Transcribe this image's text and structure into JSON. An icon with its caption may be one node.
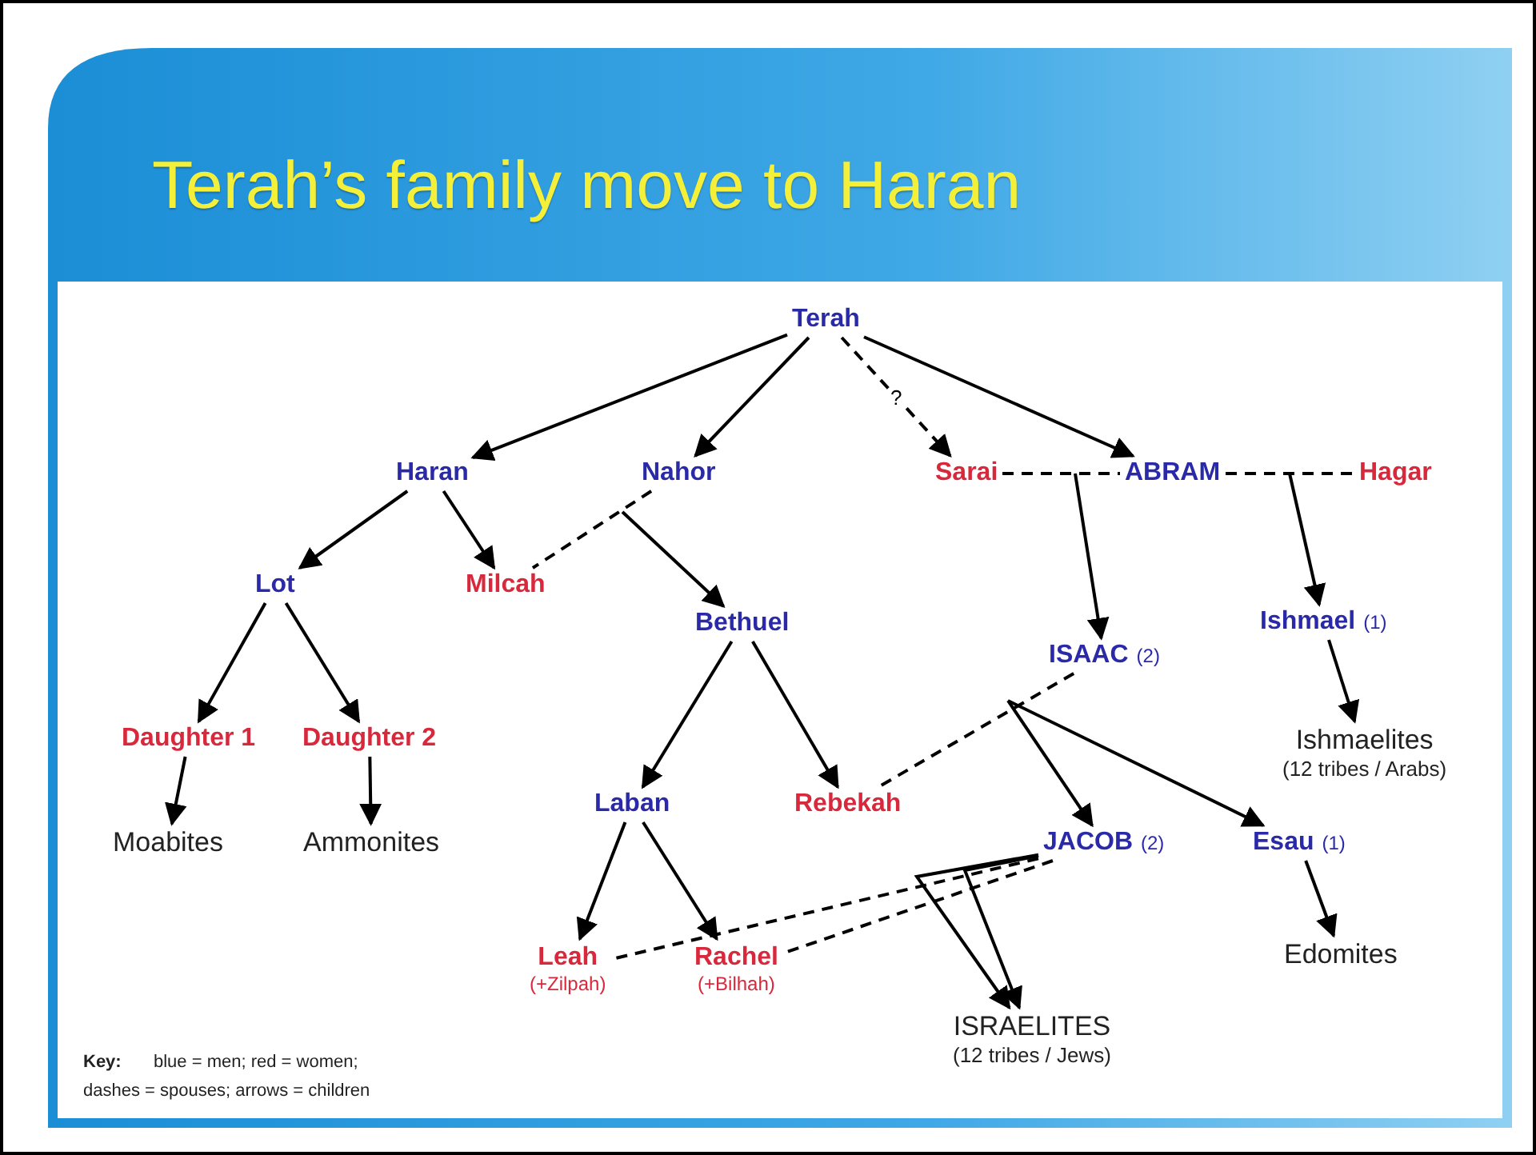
{
  "diagram": {
    "title": "Terah’s family move to Haran",
    "nodes": [
      {
        "text": [
          "Terah"
        ]
      },
      {
        "text": [
          "Haran"
        ]
      },
      {
        "text": [
          "Nahor"
        ]
      },
      {
        "text": [
          "Sarai"
        ]
      },
      {
        "text": [
          "ABRAM"
        ]
      },
      {
        "text": [
          "Hagar"
        ]
      },
      {
        "text": [
          "Lot"
        ]
      },
      {
        "text": [
          "Milcah"
        ]
      },
      {
        "text": [
          "Bethuel"
        ]
      },
      {
        "text": [
          "ISAAC",
          "(2)"
        ]
      },
      {
        "text": [
          "Ishmael",
          "(1)"
        ]
      },
      {
        "text": [
          "Daughter 1"
        ]
      },
      {
        "text": [
          "Daughter 2"
        ]
      },
      {
        "text": [
          "Laban"
        ]
      },
      {
        "text": [
          "Rebekah"
        ]
      },
      {
        "text": [
          "Ishmaelites",
          "(12 tribes / Arabs)"
        ]
      },
      {
        "text": [
          "Moabites"
        ]
      },
      {
        "text": [
          "Ammonites"
        ]
      },
      {
        "text": [
          "JACOB",
          "(2)"
        ]
      },
      {
        "text": [
          "Esau",
          "(1)"
        ]
      },
      {
        "text": [
          "Leah",
          "(+Zilpah)"
        ]
      },
      {
        "text": [
          "Rachel",
          "(+Bilhah)"
        ]
      },
      {
        "text": [
          "Edomites"
        ]
      },
      {
        "text": [
          "ISRAELITES",
          "(12 tribes / Jews)"
        ]
      }
    ],
    "edges": [
      {
        "from": 0,
        "to": 1,
        "arrow": "to"
      },
      {
        "from": 0,
        "to": 2,
        "arrow": "to"
      },
      {
        "from": 0,
        "to": 3,
        "arrow": "to",
        "style": "dashed",
        "label": "?"
      },
      {
        "from": 0,
        "to": 4,
        "arrow": "to"
      },
      {
        "from": 3,
        "to": 4,
        "arrow": "none",
        "style": "dashed"
      },
      {
        "from": 4,
        "to": 5,
        "arrow": "none",
        "style": "dashed"
      },
      {
        "from": 4,
        "to": 9,
        "arrow": "to"
      },
      {
        "from": 5,
        "to": 10,
        "arrow": "to"
      },
      {
        "from": 1,
        "to": 6,
        "arrow": "to"
      },
      {
        "from": 1,
        "to": 7,
        "arrow": "to"
      },
      {
        "from": 2,
        "to": 7,
        "arrow": "none",
        "style": "dashed"
      },
      {
        "from": 2,
        "to": 8,
        "arrow": "to"
      },
      {
        "from": 6,
        "to": 11,
        "arrow": "to"
      },
      {
        "from": 6,
        "to": 12,
        "arrow": "to"
      },
      {
        "from": 11,
        "to": 16,
        "arrow": "to"
      },
      {
        "from": 12,
        "to": 17,
        "arrow": "to"
      },
      {
        "from": 8,
        "to": 13,
        "arrow": "to"
      },
      {
        "from": 8,
        "to": 14,
        "arrow": "to"
      },
      {
        "from": 10,
        "to": 15,
        "arrow": "to"
      },
      {
        "from": 9,
        "to": 14,
        "arrow": "none",
        "style": "dashed"
      },
      {
        "from": 9,
        "to": 18,
        "arrow": "to"
      },
      {
        "from": 9,
        "to": 19,
        "arrow": "to"
      },
      {
        "from": 13,
        "to": 20,
        "arrow": "to"
      },
      {
        "from": 13,
        "to": 21,
        "arrow": "to"
      },
      {
        "from": 18,
        "to": 20,
        "arrow": "none",
        "style": "dashed"
      },
      {
        "from": 18,
        "to": 21,
        "arrow": "none",
        "style": "dashed"
      },
      {
        "from": 18,
        "to": 23,
        "arrow": "to"
      },
      {
        "from": 18,
        "to": 23,
        "arrow": "to"
      },
      {
        "from": 19,
        "to": 22,
        "arrow": "to"
      }
    ],
    "labels": [
      "Key:",
      "blue = men;  red = women;",
      "dashes = spouses;  arrows = children"
    ]
  }
}
